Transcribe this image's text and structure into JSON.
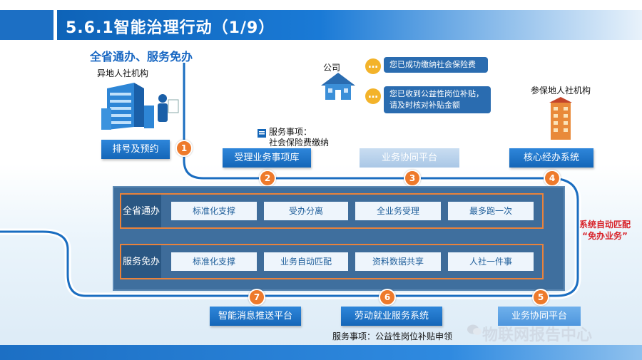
{
  "header": {
    "title": "5.6.1智能治理行动（1/9）"
  },
  "top": {
    "section_title": "全省通办、服务免办",
    "remote_agency_label": "异地人社机构",
    "company_label": "公司",
    "insured_agency_label": "参保地人社机构",
    "service_item_title": "服务事项：",
    "service_item_value": "社会保险费缴纳",
    "messages": [
      "您已成功缴纳社会保险费",
      "您已收到公益性岗位补贴，请及时核对补贴金额"
    ]
  },
  "flow_top": [
    {
      "label": "排号及预约",
      "step": "1"
    },
    {
      "label": "受理业务事项库",
      "step": "2"
    },
    {
      "label": "业务协同平台",
      "step": "3"
    },
    {
      "label": "核心经办系统",
      "step": "4"
    }
  ],
  "panel": {
    "rows": [
      {
        "tag": "全省通办",
        "cells": [
          "标准化支撑",
          "受办分离",
          "全业务受理",
          "最多跑一次"
        ]
      },
      {
        "tag": "服务免办",
        "cells": [
          "标准化支撑",
          "业务自动匹配",
          "资料数据共享",
          "人社一件事"
        ]
      }
    ]
  },
  "auto_match": {
    "line1": "系统自动匹配",
    "line2": "“免办业务”"
  },
  "flow_bottom": [
    {
      "label": "智能消息推送平台",
      "step": "7"
    },
    {
      "label": "劳动就业服务系统",
      "step": "6"
    },
    {
      "label": "业务协同平台",
      "step": "5"
    }
  ],
  "bottom_service": "服务事项：公益性岗位补贴申领",
  "watermark": "物联网报告中心",
  "colors": {
    "primary": "#1466b8",
    "accent_orange": "#ee7a2b",
    "panel": "#3f6f9e",
    "alert_red": "#d8232a"
  }
}
